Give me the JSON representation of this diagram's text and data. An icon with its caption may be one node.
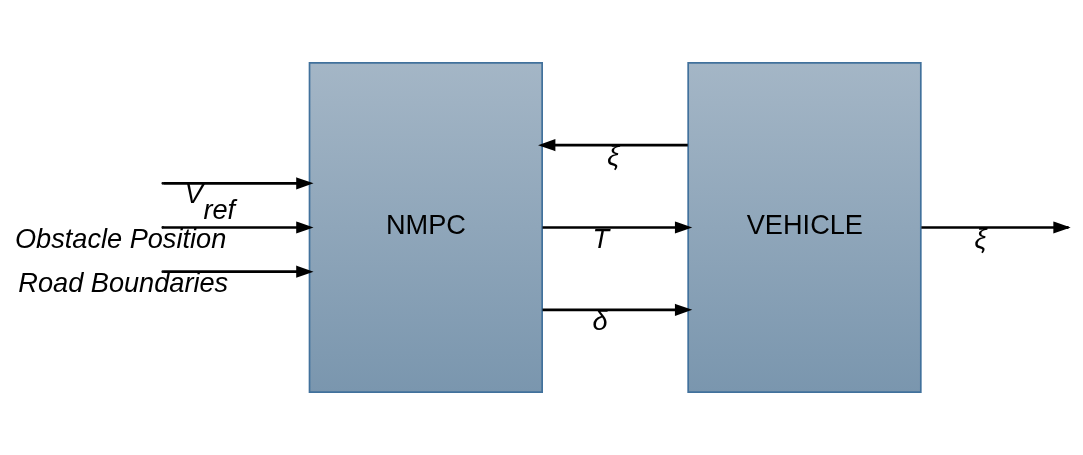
{
  "diagram": {
    "nodes": [
      {
        "text": [
          "NMPC"
        ]
      },
      {
        "text": [
          "VEHICLE"
        ]
      }
    ],
    "edges": [
      {
        "from": null,
        "to": 0,
        "arrow": "to",
        "label": "V$_{ref}$"
      },
      {
        "from": null,
        "to": 0,
        "arrow": "to",
        "label": "Obstacle Position"
      },
      {
        "from": null,
        "to": 0,
        "arrow": "to",
        "label": "Road Boundaries"
      },
      {
        "from": 0,
        "to": 1,
        "arrow": "to",
        "label": "δ"
      },
      {
        "from": 0,
        "to": 1,
        "arrow": "to",
        "label": "T"
      },
      {
        "from": 1,
        "to": null,
        "arrow": "to",
        "label": "ξ"
      },
      {
        "from": 1,
        "to": 0,
        "arrow": "to",
        "label": "ξ"
      }
    ]
  }
}
